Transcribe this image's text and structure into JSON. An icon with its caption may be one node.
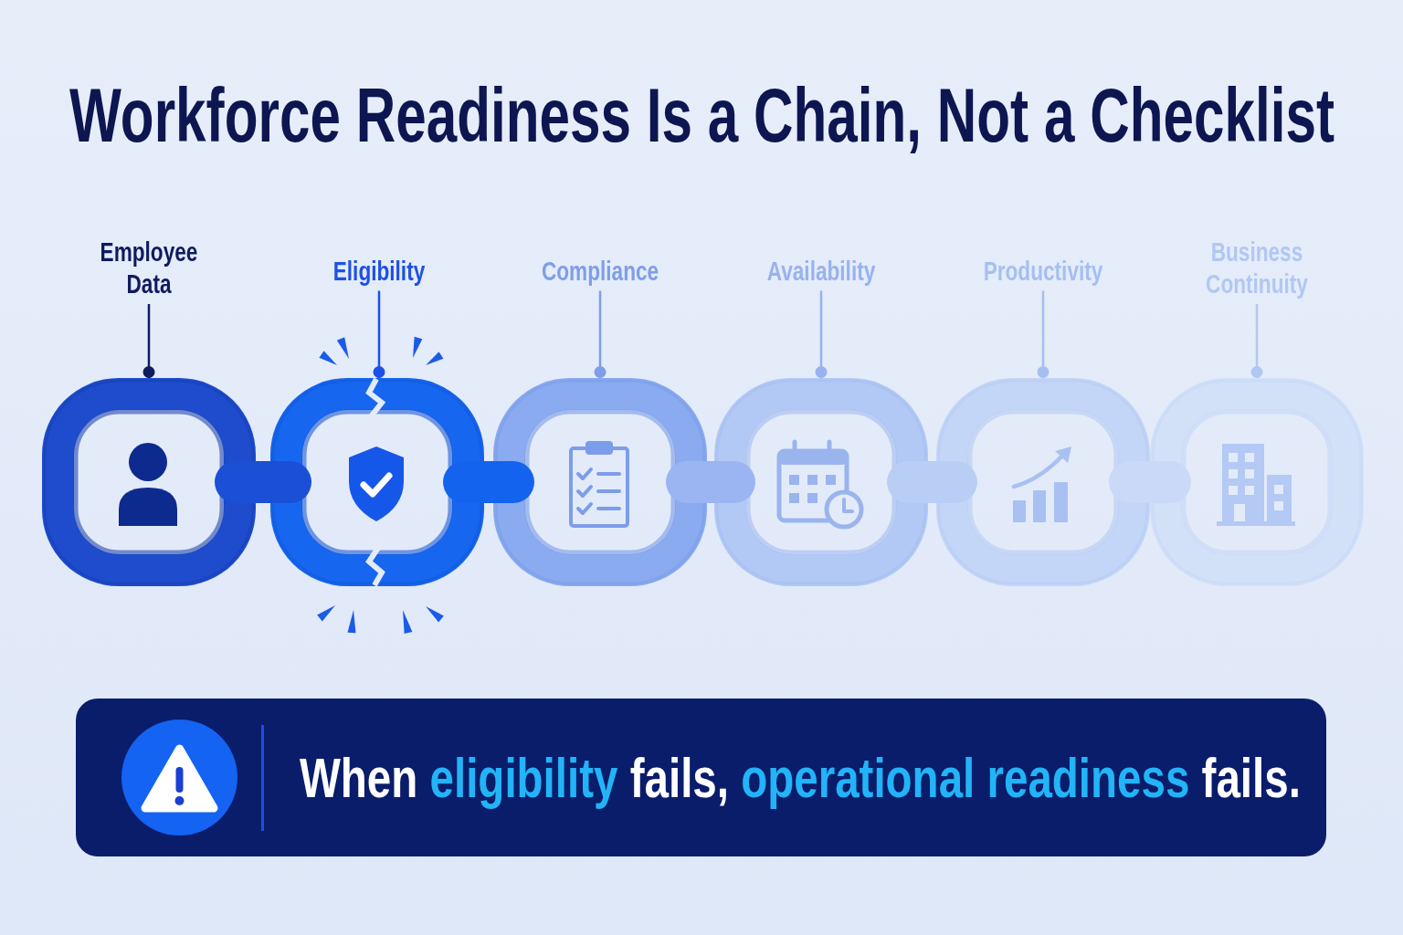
{
  "diagram": {
    "title": "Workforce Readiness Is a Chain, Not a Checklist",
    "nodes": [
      {
        "text": [
          "Employee Data"
        ]
      },
      {
        "text": [
          "Eligibility"
        ]
      },
      {
        "text": [
          "Compliance"
        ]
      },
      {
        "text": [
          "Availability"
        ]
      },
      {
        "text": [
          "Productivity"
        ]
      },
      {
        "text": [
          "Business Continuity"
        ]
      },
      {
        "text": [],
        "shape": "box"
      },
      {
        "text": [],
        "shape": "box"
      },
      {
        "text": [],
        "shape": "box"
      },
      {
        "text": [],
        "shape": "box"
      },
      {
        "text": [],
        "shape": "box"
      },
      {
        "text": [],
        "shape": "box"
      },
      {
        "text": [
          "When **eligibility** fails, **operational readiness** fails."
        ]
      }
    ],
    "edges": [
      {
        "from": 0,
        "to": 6,
        "arrow": "other",
        "color": "#101b5e"
      },
      {
        "from": 1,
        "to": 7,
        "arrow": "other",
        "color": "#1d50e6"
      },
      {
        "from": 2,
        "to": 8,
        "arrow": "other",
        "color": "#7e9ee9"
      },
      {
        "from": 3,
        "to": 9,
        "arrow": "other",
        "color": "#97b2ee"
      },
      {
        "from": 4,
        "to": 10,
        "arrow": "other",
        "color": "#a5bff1"
      },
      {
        "from": 5,
        "to": 11,
        "arrow": "other",
        "color": "#b1c7f3"
      },
      {
        "from": 6,
        "to": 7,
        "arrow": "none",
        "style": "thick",
        "color": "#1b4fd6"
      },
      {
        "from": 7,
        "to": 8,
        "arrow": "none",
        "style": "thick",
        "color": "#1463ee"
      },
      {
        "from": 8,
        "to": 9,
        "arrow": "none",
        "style": "thick",
        "color": "#9ab5f1"
      },
      {
        "from": 9,
        "to": 10,
        "arrow": "none",
        "style": "thick",
        "color": "#b9cef5"
      },
      {
        "from": 10,
        "to": 11,
        "arrow": "none",
        "style": "thick",
        "color": "#c9d9f7"
      }
    ]
  }
}
